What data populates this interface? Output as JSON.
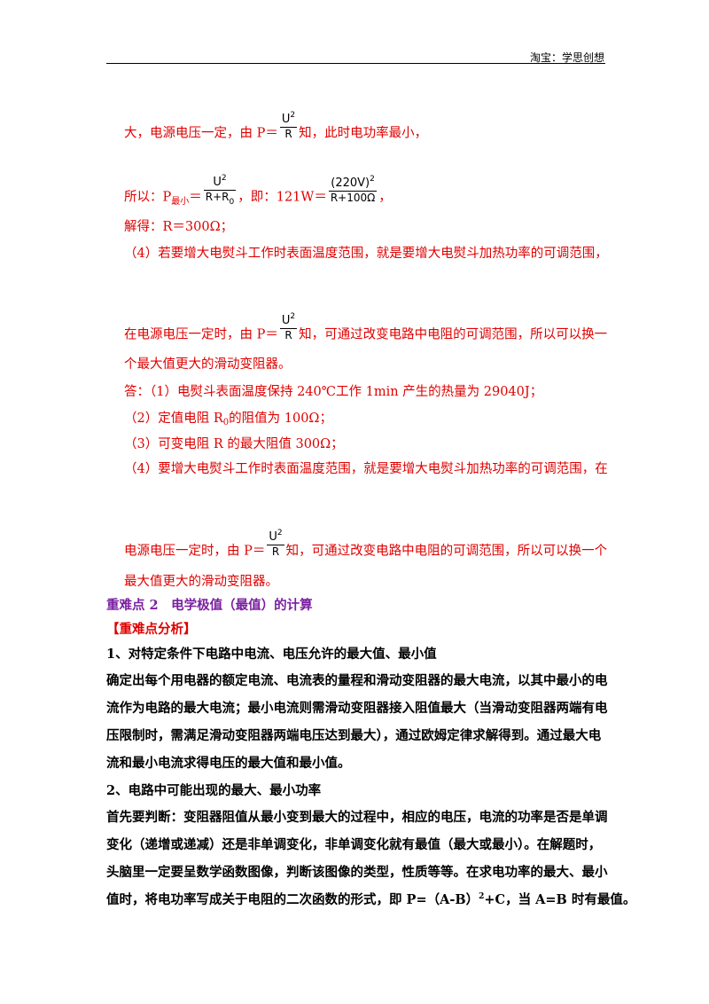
{
  "header": {
    "text": "淘宝：学思创想"
  },
  "formula": {
    "u2": "U",
    "exp": "2",
    "r": "R",
    "r_r0": "R+R",
    "r0_sub": "0",
    "v220": "(220V)",
    "r_100": "R+100Ω"
  },
  "lines": {
    "l1_a": "大，电源电压一定，由 P＝",
    "l1_b": "知，此时电功率最小，",
    "l2_a": "所以：P",
    "l2_sub": "最小",
    "l2_b": "＝",
    "l2_c": "，即：121W＝",
    "l2_d": "，",
    "l3": "解得：R＝300Ω；",
    "l4": "（4）若要增大电熨斗工作时表面温度范围，就是要增大电熨斗加热功率的可调范围，",
    "l5_a": "在电源电压一定时，由 P＝",
    "l5_b": "知，可通过改变电路中电阻的可调范围，所以可以换一",
    "l6": "个最大值更大的滑动变阻器。",
    "l7": "答：（1）电熨斗表面温度保持 240℃工作 1min 产生的热量为 29040J；",
    "l8_a": "（2）定值电阻 R",
    "l8_sub": "0",
    "l8_b": "的阻值为 100Ω；",
    "l9": "（3）可变电阻 R 的最大阻值 300Ω；",
    "l10": "（4）要增大电熨斗工作时表面温度范围，就是要增大电熨斗加热功率的可调范围，在",
    "l11_a": "电源电压一定时，由 P＝",
    "l11_b": "知，可通过改变电路中电阻的可调范围，所以可以换一个",
    "l12": "最大值更大的滑动变阻器。"
  },
  "section": {
    "title": "重难点 2　电学极值（最值）的计算",
    "analysis": "【重难点分析】",
    "p1_title": "1、对特定条件下电路中电流、电压允许的最大值、最小值",
    "p1_lines": [
      "确定出每个用电器的额定电流、电流表的量程和滑动变阻器的最大电流，以其中最小的电",
      "流作为电路的最大电流；最小电流则需滑动变阻器接入阻值最大（当滑动变阻器两端有电",
      "压限制时，需满足滑动变阻器两端电压达到最大），通过欧姆定律求解得到。通过最大电",
      "流和最小电流求得电压的最大值和最小值。"
    ],
    "p2_title": "2、电路中可能出现的最大、最小功率",
    "p2_lines": [
      "首先要判断：变阻器阻值从最小变到最大的过程中，相应的电压，电流的功率是否是单调",
      "变化（递增或递减）还是非单调变化，非单调变化就有最值（最大或最小）。在解题时，",
      "头脑里一定要呈数学函数图像，判断该图像的类型，性质等等。在求电功率的最大、最小"
    ],
    "p2_last_a": "值时，将电功率写成关于电阻的二次函数的形式，即 P=（A-B）",
    "p2_last_sup": "2",
    "p2_last_b": "+C，当 A=B 时有最值。"
  }
}
